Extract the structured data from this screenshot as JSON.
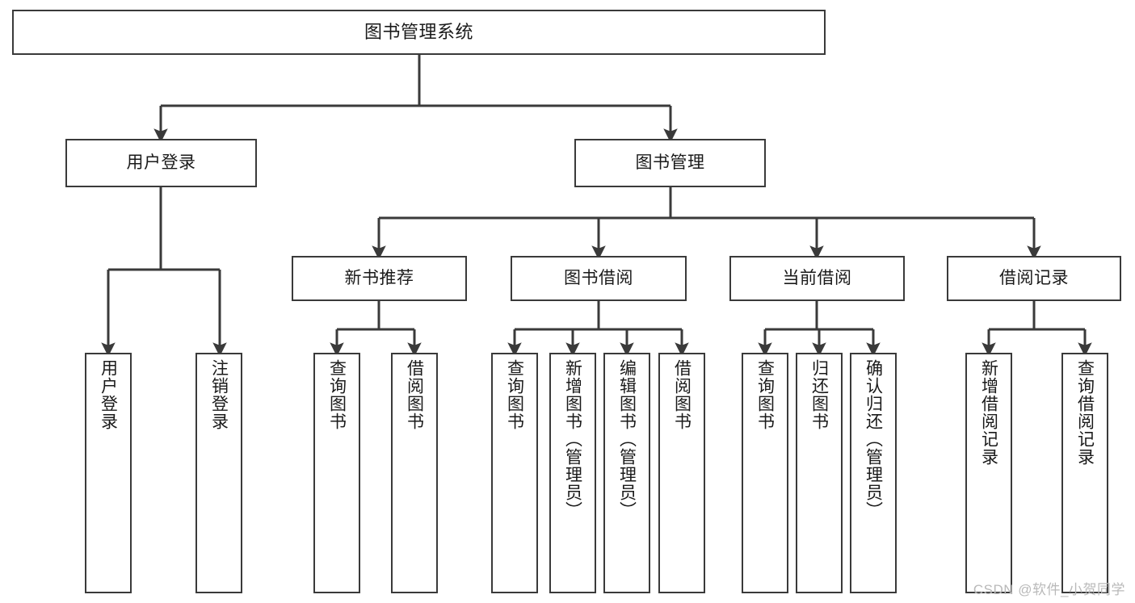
{
  "diagram": {
    "title": "图书管理系统",
    "type": "hierarchy-flowchart",
    "watermark": "CSDN @软件_小贺同学",
    "colors": {
      "background": "#ffffff",
      "node_border": "#3a3a3a",
      "node_fill": "#ffffff",
      "text": "#1a1a1a",
      "connector": "#3a3a3a",
      "watermark": "#b9b9b9"
    },
    "nodes": {
      "root": {
        "label": "图书管理系统",
        "orientation": "horizontal"
      },
      "level2": [
        {
          "label": "用户登录",
          "orientation": "horizontal"
        },
        {
          "label": "图书管理",
          "orientation": "horizontal"
        }
      ],
      "level3": [
        {
          "label": "新书推荐",
          "orientation": "horizontal"
        },
        {
          "label": "图书借阅",
          "orientation": "horizontal"
        },
        {
          "label": "当前借阅",
          "orientation": "horizontal"
        },
        {
          "label": "借阅记录",
          "orientation": "horizontal"
        }
      ],
      "leaves": {
        "user_login": [
          {
            "label": "用户登录",
            "orientation": "vertical"
          },
          {
            "label": "注销登录",
            "orientation": "vertical"
          }
        ],
        "new_book_recommend": [
          {
            "label": "查询图书",
            "orientation": "vertical"
          },
          {
            "label": "借阅图书",
            "orientation": "vertical"
          }
        ],
        "book_borrow": [
          {
            "label": "查询图书",
            "orientation": "vertical"
          },
          {
            "label": "新增图书（管理员）",
            "orientation": "vertical"
          },
          {
            "label": "编辑图书（管理员）",
            "orientation": "vertical"
          },
          {
            "label": "借阅图书",
            "orientation": "vertical"
          }
        ],
        "current_borrow": [
          {
            "label": "查询图书",
            "orientation": "vertical"
          },
          {
            "label": "归还图书",
            "orientation": "vertical"
          },
          {
            "label": "确认归还（管理员）",
            "orientation": "vertical"
          }
        ],
        "borrow_record": [
          {
            "label": "新增借阅记录",
            "orientation": "vertical"
          },
          {
            "label": "查询借阅记录",
            "orientation": "vertical"
          }
        ]
      }
    }
  }
}
